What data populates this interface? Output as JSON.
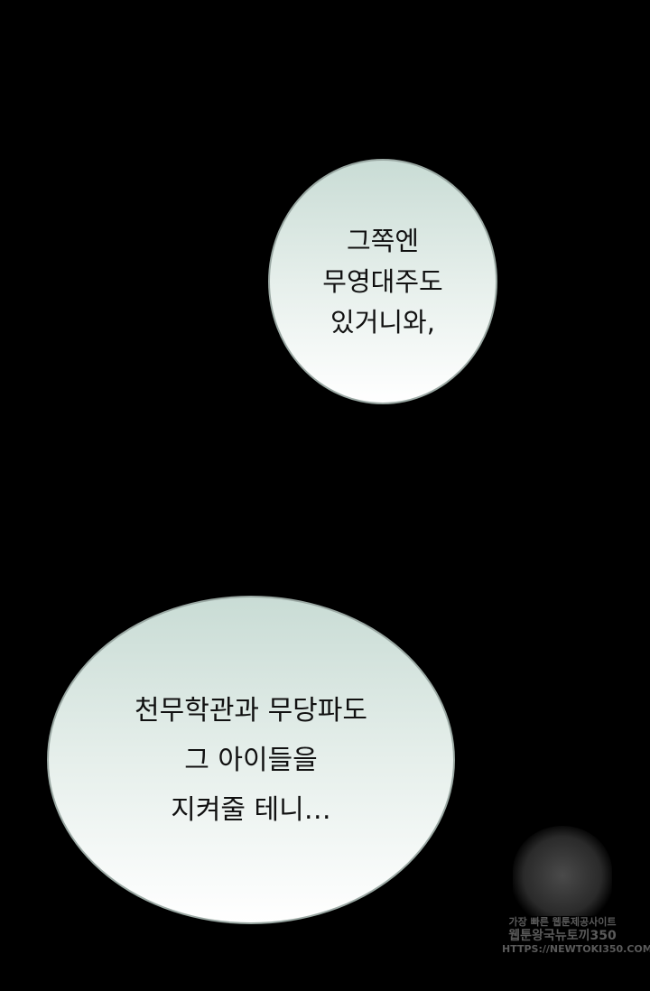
{
  "bubbles": [
    {
      "lines": [
        "그쪽엔",
        "무영대주도",
        "있거니와,"
      ]
    },
    {
      "lines": [
        "천무학관과 무당파도",
        "그 아이들을",
        "지켜줄 테니…"
      ]
    }
  ],
  "watermark": {
    "line1": "가장 빠른 웹툰제공사이트",
    "line2": "웹툰왕국뉴토끼350",
    "line3": "HTTPS://NEWTOKI350.COM"
  }
}
